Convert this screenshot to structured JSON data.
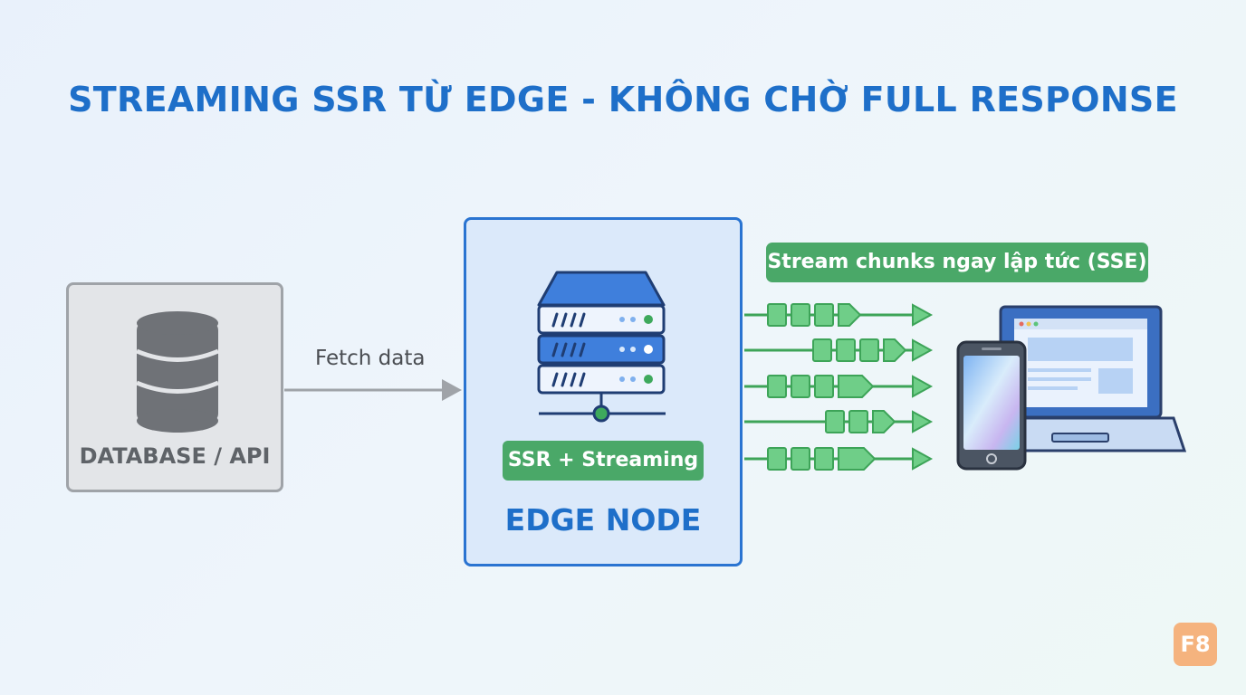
{
  "title": "STREAMING SSR TỪ EDGE - KHÔNG CHỜ FULL RESPONSE",
  "database": {
    "label": "DATABASE / API",
    "icon": "database-icon"
  },
  "fetch": {
    "label": "Fetch data"
  },
  "edge": {
    "badge": "SSR + Streaming",
    "label": "EDGE NODE",
    "icon": "server-icon"
  },
  "stream": {
    "badge": "Stream chunks ngay lập tức (SSE)",
    "streams": 5
  },
  "client": {
    "devices": [
      "phone-icon",
      "laptop-icon"
    ]
  },
  "logo": {
    "text": "F8"
  },
  "colors": {
    "title": "#1e6fc9",
    "edge_border": "#2a74d1",
    "green": "#4aa868",
    "db_gray": "#9fa3a8",
    "logo": "#f5b37e"
  }
}
